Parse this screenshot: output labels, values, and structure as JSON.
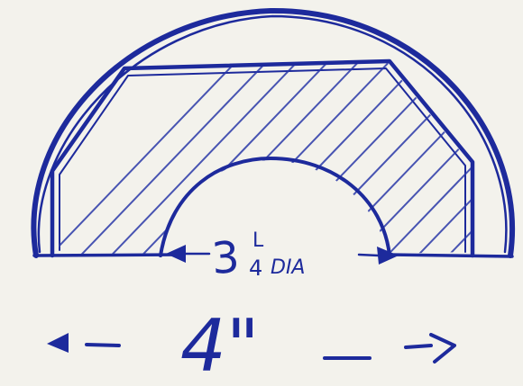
{
  "drawing": {
    "inner_diameter_label": {
      "whole": "3",
      "numerator": "L",
      "denominator": "4",
      "suffix": "DIA"
    },
    "overall_width_label": "4\"",
    "ink_color": "#1d2a9c",
    "paper_color": "#f3f2ec"
  }
}
